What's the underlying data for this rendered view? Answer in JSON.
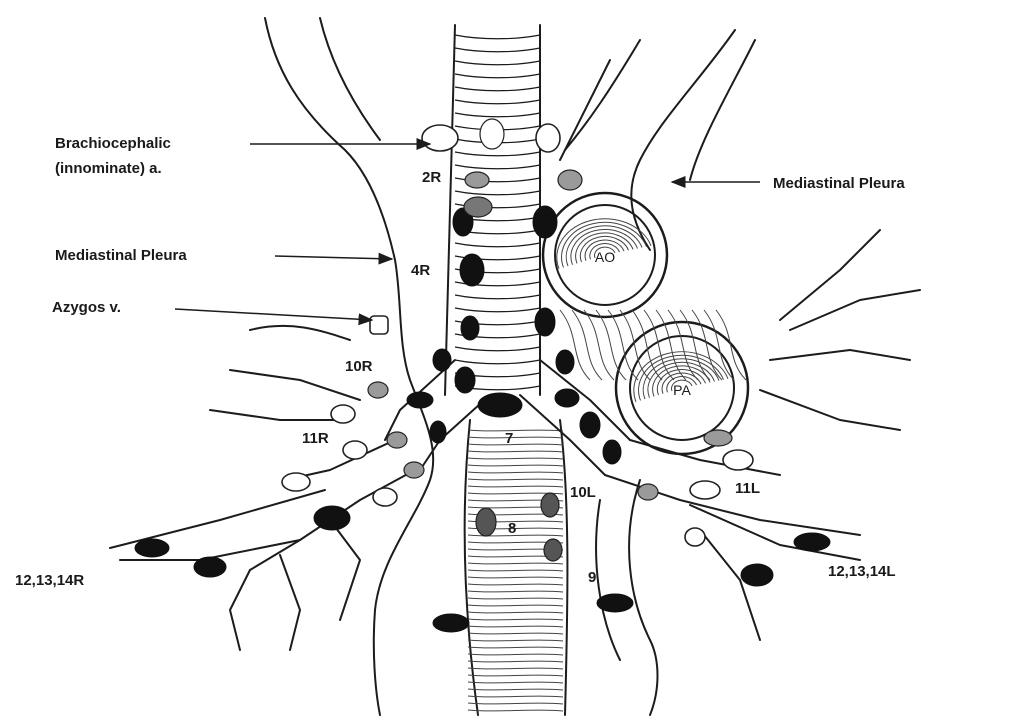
{
  "labels": {
    "brachiocephalic_line1": "Brachiocephalic",
    "brachiocephalic_line2": "(innominate) a.",
    "mediastinal_pleura_left": "Mediastinal Pleura",
    "mediastinal_pleura_right": "Mediastinal Pleura",
    "azygos": "Azygos v.",
    "station_2r": "2R",
    "station_4r": "4R",
    "station_10r": "10R",
    "station_11r": "11R",
    "station_12_14r": "12,13,14R",
    "station_7": "7",
    "station_8": "8",
    "station_9": "9",
    "station_10l": "10L",
    "station_11l": "11L",
    "station_12_14l": "12,13,14L",
    "aorta": "AO",
    "pulmonary_artery": "PA"
  },
  "colors": {
    "ink": "#1c1c1c",
    "node_positive": "#111111",
    "node_shaded": "#9a9a9a",
    "background": "#ffffff"
  }
}
